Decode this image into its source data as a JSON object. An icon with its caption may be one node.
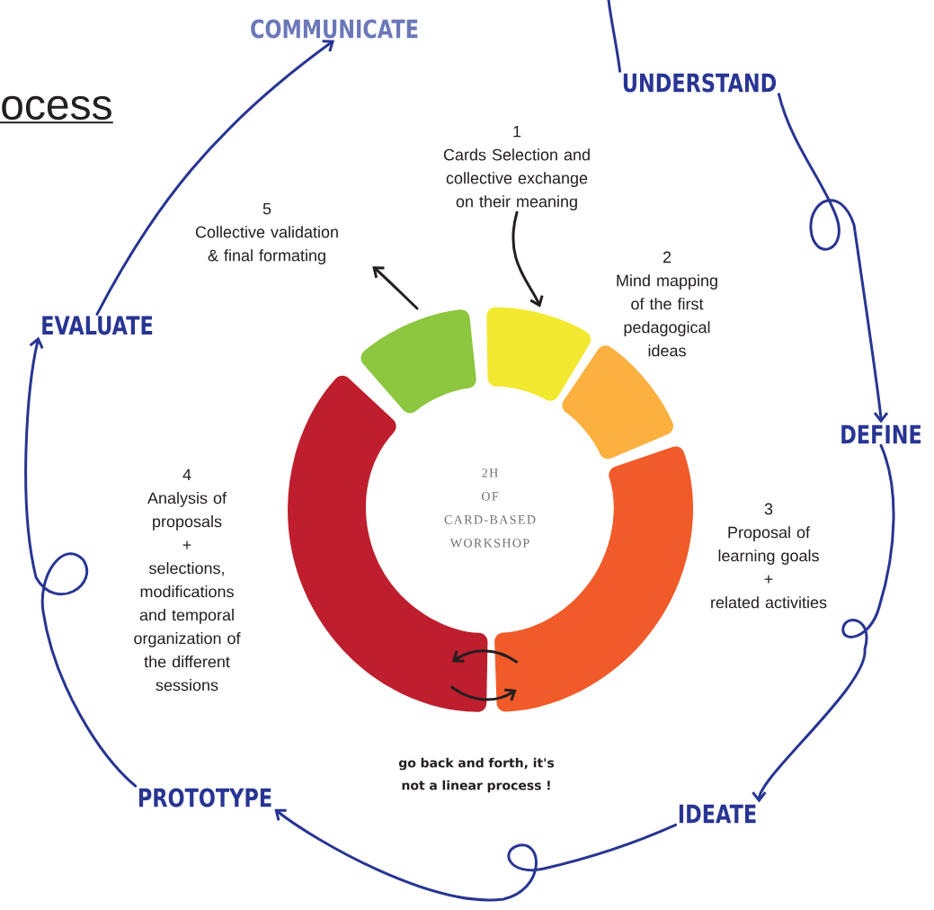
{
  "diagram": {
    "title": "ocess",
    "nodes": [
      {
        "text": [
          "COMMUNICATE"
        ]
      },
      {
        "text": [
          "UNDERSTAND"
        ]
      },
      {
        "text": [
          "1",
          "Cards Selection and collective exchange on their meaning"
        ]
      },
      {
        "text": [
          "5",
          "Collective validation & final formating"
        ]
      },
      {
        "text": [
          "2",
          "Mind mapping of the first pedagogical ideas"
        ]
      },
      {
        "text": [],
        "shape": "arc"
      },
      {
        "text": [],
        "shape": "arc"
      },
      {
        "text": [],
        "shape": "arc"
      },
      {
        "text": [
          "EVALUATE"
        ]
      },
      {
        "text": [
          "DEFINE"
        ]
      },
      {
        "text": [],
        "shape": "arc"
      },
      {
        "text": [],
        "shape": "arc"
      },
      {
        "text": [
          "4",
          "Analysis of proposals",
          "+",
          "selections, modifications and temporal organization of the different sessions"
        ]
      },
      {
        "text": [
          "3",
          "Proposal of learning goals",
          "+",
          "related activities"
        ]
      },
      {
        "text": [
          "PROTOTYPE"
        ]
      },
      {
        "text": [
          "IDEATE"
        ]
      }
    ],
    "edges": [
      {
        "from": null,
        "to": 1,
        "arrow": "none"
      },
      {
        "from": 1,
        "to": 9,
        "arrow": "to"
      },
      {
        "from": 9,
        "to": 15,
        "arrow": "to"
      },
      {
        "from": 15,
        "to": 14,
        "arrow": "to"
      },
      {
        "from": 14,
        "to": 8,
        "arrow": "to"
      },
      {
        "from": 8,
        "to": 0,
        "arrow": "to"
      },
      {
        "from": 2,
        "to": 6,
        "arrow": "to",
        "color": "#231f20"
      },
      {
        "from": 5,
        "to": 3,
        "arrow": "to",
        "color": "#231f20"
      },
      {
        "from": 10,
        "to": 11,
        "arrow": "to",
        "color": "#231f20"
      },
      {
        "from": 11,
        "to": 10,
        "arrow": "to",
        "color": "#231f20"
      }
    ],
    "labels": [
      "2H OF CARD-BASED WORKSHOP",
      "go back and forth, it's not a linear process !"
    ]
  }
}
